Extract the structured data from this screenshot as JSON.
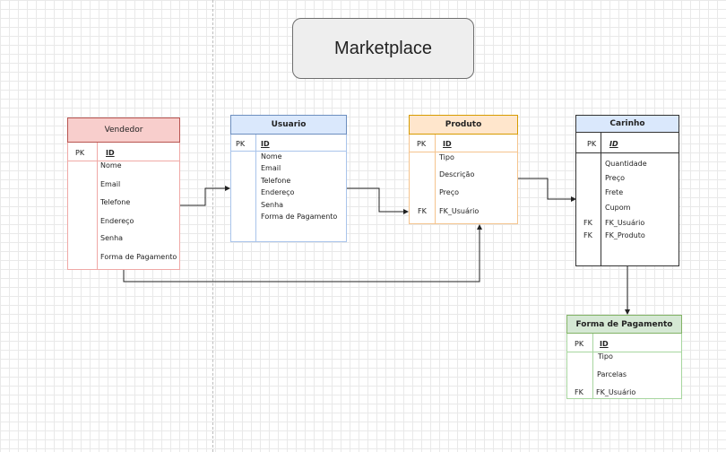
{
  "title": "Marketplace",
  "colors": {
    "vendedor_fill": "#f8cecc",
    "vendedor_border": "#b85450",
    "usuario_fill": "#dae8fc",
    "usuario_border": "#6c8ebf",
    "produto_fill": "#ffe6cc",
    "produto_border": "#d79b00",
    "carinho_fill": "#dae8fc",
    "carinho_border": "#333333",
    "forma_fill": "#d5e8d4",
    "forma_border": "#82b366"
  },
  "entities": {
    "vendedor": {
      "name": "Vendedor",
      "pk": "PK",
      "id": "ID",
      "fields": [
        "Nome",
        "Email",
        "Telefone",
        "Endereço",
        "Senha",
        "Forma de Pagamento"
      ]
    },
    "usuario": {
      "name": "Usuario",
      "pk": "PK",
      "id": "ID",
      "fields": [
        "Nome",
        "Email",
        "Telefone",
        "Endereço",
        "Senha",
        "Forma de Pagamento"
      ]
    },
    "produto": {
      "name": "Produto",
      "pk": "PK",
      "id": "ID",
      "fields": [
        "Tipo",
        "Descrição",
        "Preço",
        "FK_Usuário"
      ],
      "fk": "FK"
    },
    "carinho": {
      "name": "Carinho",
      "pk": "PK",
      "id": "ID",
      "fields": [
        "Quantidade",
        "Preço",
        "Frete",
        "Cupom",
        "FK_Usuário",
        "FK_Produto"
      ],
      "fk1": "FK",
      "fk2": "FK"
    },
    "forma": {
      "name": "Forma de Pagamento",
      "pk": "PK",
      "id": "ID",
      "fields": [
        "Tipo",
        "Parcelas",
        "FK_Usuário"
      ],
      "fk": "FK"
    }
  }
}
